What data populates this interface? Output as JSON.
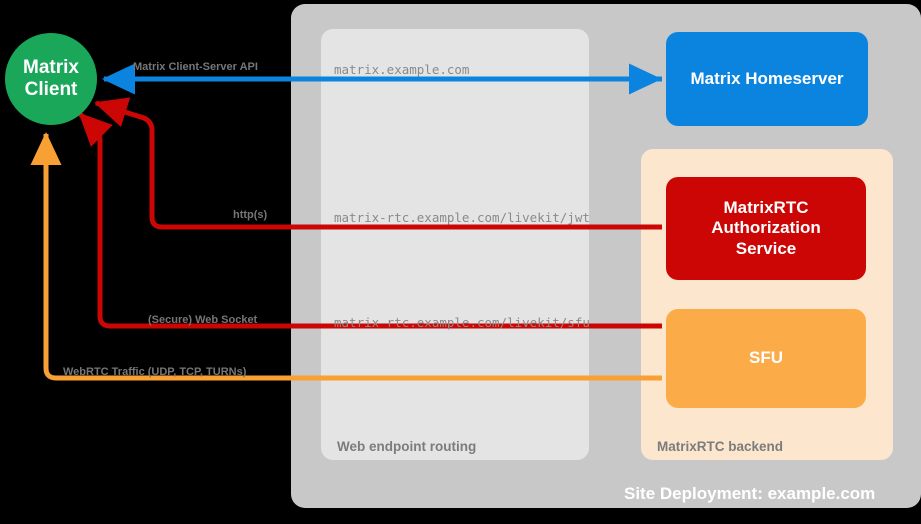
{
  "diagram": {
    "site_caption": "Site Deployment: example.com",
    "panels": {
      "routing": {
        "caption": "Web endpoint routing"
      },
      "backend": {
        "caption": "MatrixRTC backend"
      }
    },
    "nodes": {
      "client": {
        "line1": "Matrix",
        "line2": "Client",
        "color": "#1aa75a"
      },
      "homeserver": {
        "label": "Matrix Homeserver",
        "color": "#0b84e0"
      },
      "auth_service": {
        "label": "MatrixRTC\nAuthorization\nService",
        "line1": "MatrixRTC",
        "line2": "Authorization",
        "line3": "Service",
        "color": "#cc0605"
      },
      "sfu": {
        "label": "SFU",
        "color": "#fbab47"
      }
    },
    "edges": [
      {
        "id": "cs-api",
        "label": "Matrix Client-Server API",
        "route": "matrix.example.com",
        "color": "#0b84e0",
        "direction": "to-client"
      },
      {
        "id": "jwt",
        "label": "http(s)",
        "route": "matrix-rtc.example.com/livekit/jwt",
        "color": "#cc0605",
        "direction": "to-client"
      },
      {
        "id": "sfu-ws",
        "label": "(Secure) Web Socket",
        "route": "matrix-rtc.example.com/livekit/sfu",
        "color": "#cc0605",
        "direction": "to-client"
      },
      {
        "id": "webrtc",
        "label": "WebRTC Traffic (UDP, TCP, TURNs)",
        "route": "",
        "color": "#f9a035",
        "direction": "to-client"
      }
    ]
  }
}
